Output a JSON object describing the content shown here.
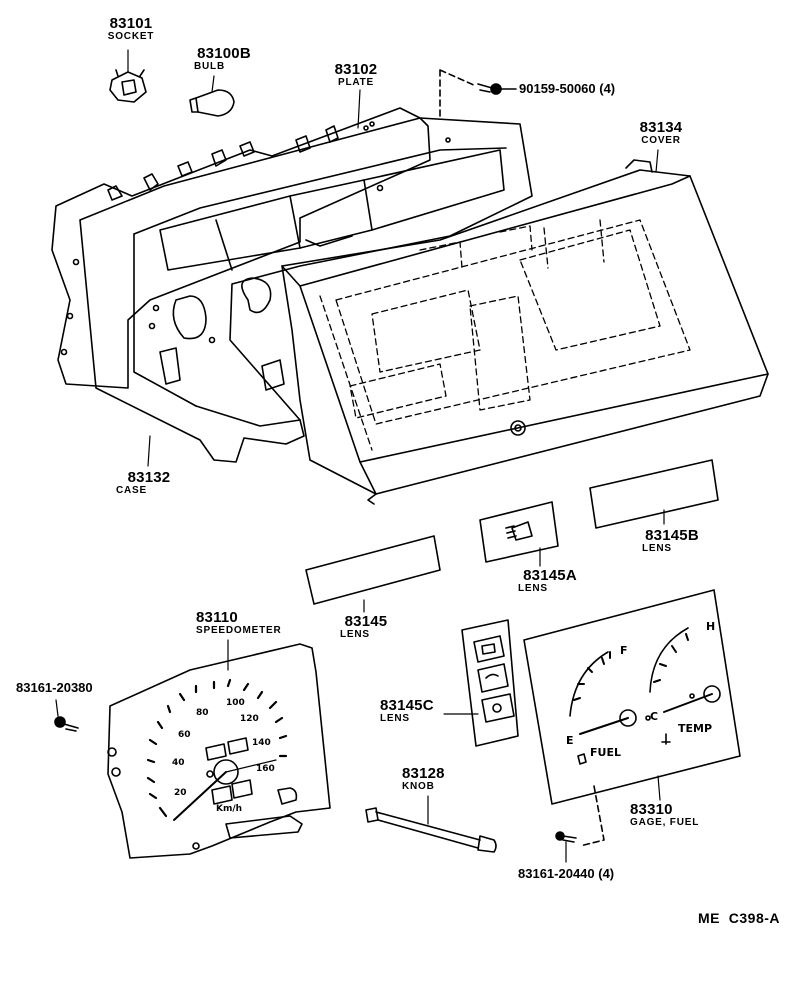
{
  "callouts": {
    "socket": {
      "part": "83101",
      "name": "SOCKET"
    },
    "bulb": {
      "part": "83100B",
      "name": "BULB"
    },
    "plate": {
      "part": "83102",
      "name": "PLATE"
    },
    "screw_top": {
      "text": "90159-50060 (4)"
    },
    "cover": {
      "part": "83134",
      "name": "COVER"
    },
    "case": {
      "part": "83132",
      "name": "CASE"
    },
    "lens_b": {
      "part": "83145B",
      "name": "LENS"
    },
    "lens_a": {
      "part": "83145A",
      "name": "LENS"
    },
    "lens": {
      "part": "83145",
      "name": "LENS"
    },
    "speedometer": {
      "part": "83110",
      "name": "SPEEDOMETER"
    },
    "screw_left": {
      "text": "83161-20380"
    },
    "lens_c": {
      "part": "83145C",
      "name": "LENS"
    },
    "knob": {
      "part": "83128",
      "name": "KNOB"
    },
    "gage": {
      "part": "83310",
      "name": "GAGE, FUEL"
    },
    "screw_bottom": {
      "text": "83161-20440 (4)"
    }
  },
  "speedo_dial": {
    "marks": [
      "20",
      "40",
      "60",
      "80",
      "100",
      "120",
      "140",
      "160"
    ],
    "unit": "Km/h"
  },
  "gauge_dial": {
    "fuel_full": "F",
    "fuel_empty": "E",
    "fuel_label": "FUEL",
    "temp_hot": "H",
    "temp_cold": "C",
    "temp_label": "TEMP"
  },
  "diagram_code": "ME  C398-A"
}
